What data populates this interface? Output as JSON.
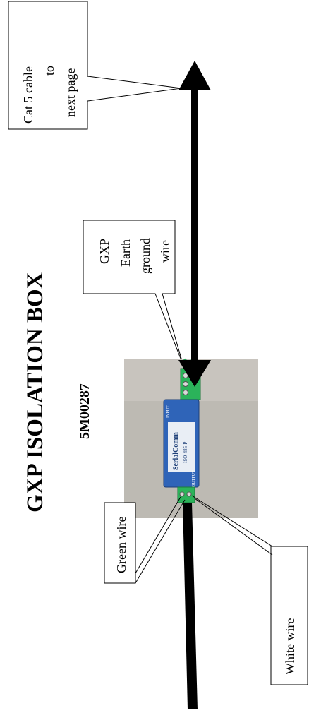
{
  "title": "GXP ISOLATION BOX",
  "part_number": "5M00287",
  "callouts": {
    "cat5": [
      "Cat 5 cable",
      "to",
      "next page"
    ],
    "earth": [
      "GXP",
      "Earth",
      "ground",
      "wire"
    ],
    "green": [
      "Green wire"
    ],
    "white": [
      "White wire"
    ]
  },
  "device": {
    "brand": "SerialComm",
    "model": "ISO-485-P",
    "ports": [
      "INPUT",
      "OUTPUT"
    ]
  },
  "colors": {
    "arrow": "#000000",
    "device_body": "#2f64b8",
    "device_label": "#e9eef5",
    "terminal": "#2bb35a",
    "photo_bg": "#bdbab3"
  }
}
